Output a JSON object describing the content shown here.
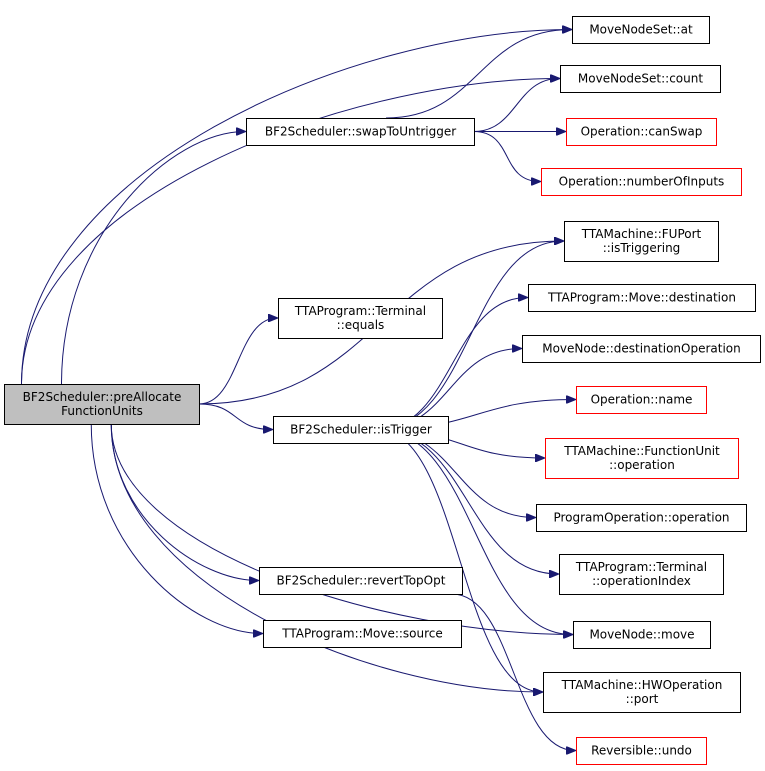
{
  "colors": {
    "edge": "#191970",
    "root_fill": "#bfbfbf",
    "node_border": "#000000",
    "external_border": "#ff0000"
  },
  "nodes": {
    "root": {
      "lines": [
        "BF2Scheduler::preAllocate",
        "FunctionUnits"
      ],
      "style": "root"
    },
    "at": {
      "lines": [
        "MoveNodeSet::at"
      ],
      "style": "normal"
    },
    "count": {
      "lines": [
        "MoveNodeSet::count"
      ],
      "style": "normal"
    },
    "swap": {
      "lines": [
        "BF2Scheduler::swapToUntrigger"
      ],
      "style": "normal"
    },
    "canswap": {
      "lines": [
        "Operation::canSwap"
      ],
      "style": "external"
    },
    "numinputs": {
      "lines": [
        "Operation::numberOfInputs"
      ],
      "style": "external"
    },
    "fuport": {
      "lines": [
        "TTAMachine::FUPort",
        "::isTriggering"
      ],
      "style": "normal"
    },
    "termeq": {
      "lines": [
        "TTAProgram::Terminal",
        "::equals"
      ],
      "style": "normal"
    },
    "movedest": {
      "lines": [
        "TTAProgram::Move::destination"
      ],
      "style": "normal"
    },
    "destop": {
      "lines": [
        "MoveNode::destinationOperation"
      ],
      "style": "normal"
    },
    "istrigger": {
      "lines": [
        "BF2Scheduler::isTrigger"
      ],
      "style": "normal"
    },
    "opname": {
      "lines": [
        "Operation::name"
      ],
      "style": "external"
    },
    "fuop": {
      "lines": [
        "TTAMachine::FunctionUnit",
        "::operation"
      ],
      "style": "external"
    },
    "progop": {
      "lines": [
        "ProgramOperation::operation"
      ],
      "style": "normal"
    },
    "opindex": {
      "lines": [
        "TTAProgram::Terminal",
        "::operationIndex"
      ],
      "style": "normal"
    },
    "revert": {
      "lines": [
        "BF2Scheduler::revertTopOpt"
      ],
      "style": "normal"
    },
    "movesrc": {
      "lines": [
        "TTAProgram::Move::source"
      ],
      "style": "normal"
    },
    "mnmove": {
      "lines": [
        "MoveNode::move"
      ],
      "style": "normal"
    },
    "hwport": {
      "lines": [
        "TTAMachine::HWOperation",
        "::port"
      ],
      "style": "normal"
    },
    "undo": {
      "lines": [
        "Reversible::undo"
      ],
      "style": "external"
    }
  },
  "edges": [
    [
      "root",
      "at"
    ],
    [
      "root",
      "count"
    ],
    [
      "root",
      "swap"
    ],
    [
      "root",
      "termeq"
    ],
    [
      "root",
      "fuport"
    ],
    [
      "root",
      "istrigger"
    ],
    [
      "root",
      "revert"
    ],
    [
      "root",
      "movesrc"
    ],
    [
      "root",
      "mnmove"
    ],
    [
      "root",
      "hwport"
    ],
    [
      "swap",
      "at"
    ],
    [
      "swap",
      "count"
    ],
    [
      "swap",
      "canswap"
    ],
    [
      "swap",
      "numinputs"
    ],
    [
      "istrigger",
      "fuport"
    ],
    [
      "istrigger",
      "movedest"
    ],
    [
      "istrigger",
      "destop"
    ],
    [
      "istrigger",
      "opname"
    ],
    [
      "istrigger",
      "fuop"
    ],
    [
      "istrigger",
      "progop"
    ],
    [
      "istrigger",
      "opindex"
    ],
    [
      "istrigger",
      "mnmove"
    ],
    [
      "istrigger",
      "hwport"
    ],
    [
      "revert",
      "undo"
    ]
  ]
}
